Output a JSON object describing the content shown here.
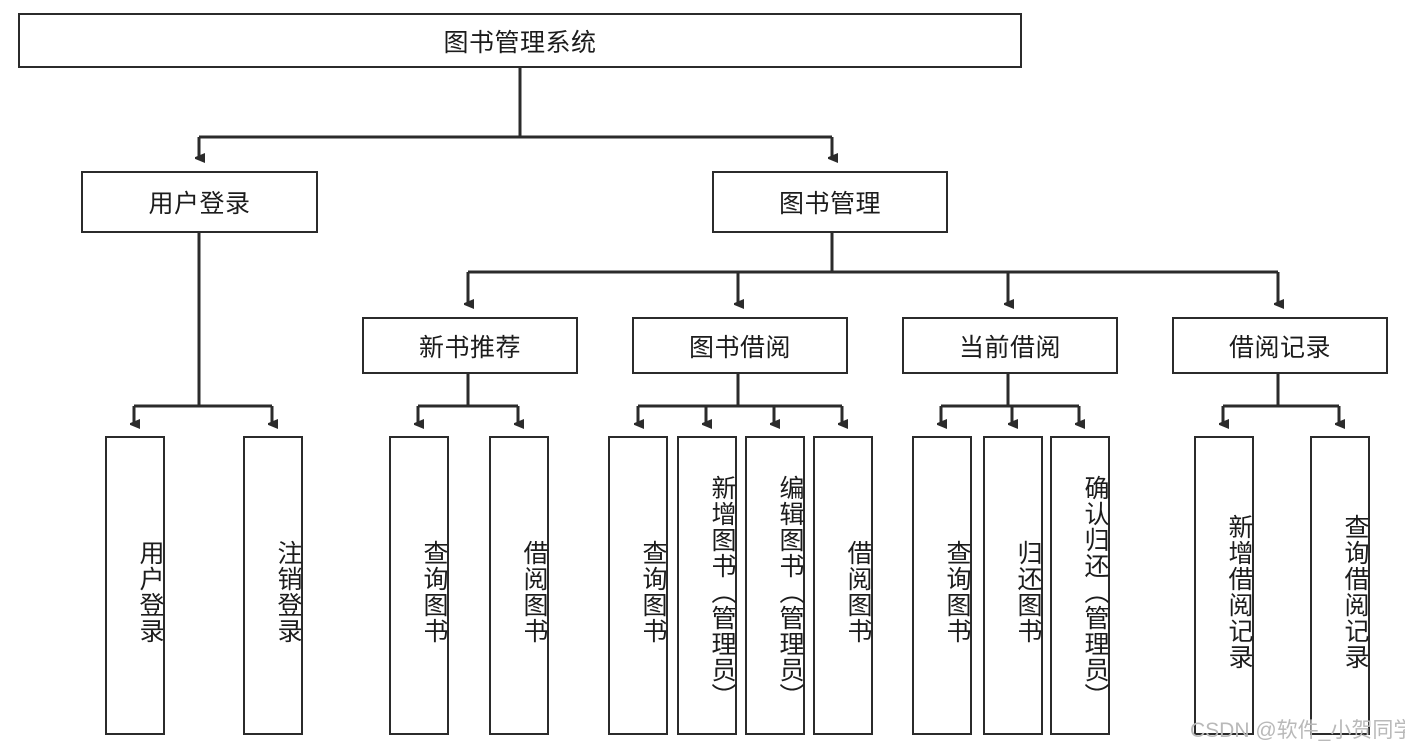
{
  "diagram": {
    "title": "图书管理系统",
    "type": "tree-hierarchy-chart",
    "root": {
      "label": "图书管理系统"
    },
    "level2": [
      {
        "label": "用户登录"
      },
      {
        "label": "图书管理"
      }
    ],
    "level3": [
      {
        "label": "新书推荐"
      },
      {
        "label": "图书借阅"
      },
      {
        "label": "当前借阅"
      },
      {
        "label": "借阅记录"
      }
    ],
    "leaves_user_login": [
      {
        "label": "用户登录"
      },
      {
        "label": "注销登录"
      }
    ],
    "leaves_new_book": [
      {
        "label": "查询图书"
      },
      {
        "label": "借阅图书"
      }
    ],
    "leaves_borrow": [
      {
        "label": "查询图书"
      },
      {
        "label": "新增图书（管理员）"
      },
      {
        "label": "编辑图书（管理员）"
      },
      {
        "label": "借阅图书"
      }
    ],
    "leaves_current": [
      {
        "label": "查询图书"
      },
      {
        "label": "归还图书"
      },
      {
        "label": "确认归还（管理员）"
      }
    ],
    "leaves_record": [
      {
        "label": "新增借阅记录"
      },
      {
        "label": "查询借阅记录"
      }
    ]
  },
  "watermark": {
    "text": "CSDN @软件_小贺同学"
  },
  "colors": {
    "stroke": "#2b2b2b",
    "text": "#1c1c1c",
    "background": "#ffffff",
    "watermark": "#b9b9b9"
  }
}
